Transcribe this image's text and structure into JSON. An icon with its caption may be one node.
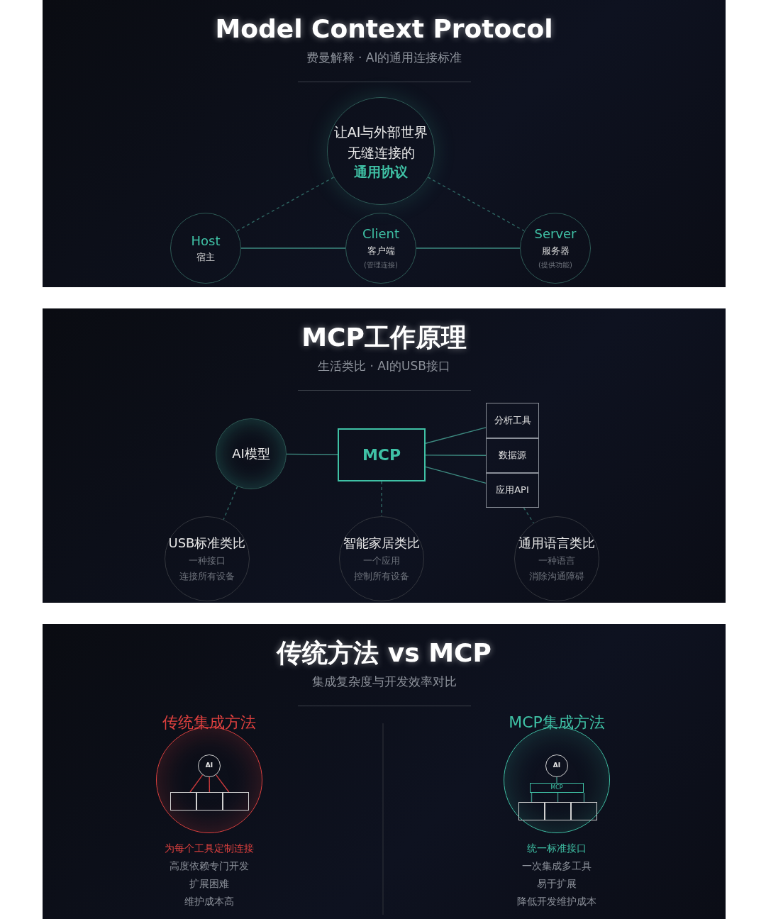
{
  "diagram": {
    "nodes": [
      {
        "text": [
          "Model Context Protocol",
          "费曼解释 · AI的通用连接标准"
        ]
      },
      {
        "text": [
          "让AI与外部世界无缝连接的",
          "通用协议"
        ],
        "in": 0
      },
      {
        "text": [
          "Host",
          "宿主"
        ],
        "in": 0
      },
      {
        "text": [
          "Client",
          "客户端",
          "(管理连接)"
        ],
        "in": 0
      },
      {
        "text": [
          "Server",
          "服务器",
          "(提供功能)"
        ],
        "in": 0
      },
      {
        "text": [
          "MCP工作原理",
          "生活类比 · AI的USB接口"
        ]
      },
      {
        "text": [
          "AI模型"
        ],
        "in": 5
      },
      {
        "text": [
          "MCP"
        ],
        "in": 5
      },
      {
        "text": [
          "分析工具"
        ],
        "in": 5
      },
      {
        "text": [
          "数据源"
        ],
        "in": 5
      },
      {
        "text": [
          "应用API"
        ],
        "in": 5
      },
      {
        "text": [
          "USB标准类比",
          "一种接口",
          "连接所有设备"
        ],
        "in": 5
      },
      {
        "text": [
          "智能家居类比",
          "一个应用",
          "控制所有设备"
        ],
        "in": 5
      },
      {
        "text": [
          "通用语言类比",
          "一种语言",
          "消除沟通障碍"
        ],
        "in": 5
      },
      {
        "text": [
          "传统方法 vs MCP",
          "集成复杂度与开发效率对比"
        ]
      },
      {
        "text": [
          "传统集成方法"
        ],
        "in": 14,
        "beside": [
          "为每个工具定制连接",
          "高度依赖专门开发",
          "扩展困难",
          "维护成本高"
        ]
      },
      {
        "text": [
          "AI"
        ],
        "in": 15
      },
      {
        "text": [],
        "shape": "box",
        "in": 15
      },
      {
        "text": [],
        "shape": "box",
        "in": 15
      },
      {
        "text": [],
        "shape": "box",
        "in": 15
      },
      {
        "text": [
          "MCP集成方法"
        ],
        "in": 14,
        "beside": [
          "统一标准接口",
          "一次集成多工具",
          "易于扩展",
          "降低开发维护成本"
        ]
      },
      {
        "text": [
          "AI"
        ],
        "in": 20
      },
      {
        "text": [
          "MCP"
        ],
        "in": 20
      },
      {
        "text": [],
        "shape": "box",
        "in": 20
      },
      {
        "text": [],
        "shape": "box",
        "in": 20
      },
      {
        "text": [],
        "shape": "box",
        "in": 20
      }
    ],
    "edges": [
      {
        "from": 1,
        "to": 2,
        "arrow": "none",
        "style": "dashed"
      },
      {
        "from": 1,
        "to": 4,
        "arrow": "none",
        "style": "dashed"
      },
      {
        "from": 2,
        "to": 3,
        "arrow": "none"
      },
      {
        "from": 3,
        "to": 4,
        "arrow": "none"
      },
      {
        "from": 6,
        "to": 7,
        "arrow": "none"
      },
      {
        "from": 7,
        "to": 8,
        "arrow": "none"
      },
      {
        "from": 7,
        "to": 9,
        "arrow": "none"
      },
      {
        "from": 7,
        "to": 10,
        "arrow": "none"
      },
      {
        "from": 6,
        "to": 11,
        "arrow": "none",
        "style": "dashed"
      },
      {
        "from": 7,
        "to": 12,
        "arrow": "none",
        "style": "dashed"
      },
      {
        "from": 10,
        "to": 13,
        "arrow": "none",
        "style": "dashed"
      },
      {
        "from": 16,
        "to": 17,
        "arrow": "none",
        "color": "#c8393b"
      },
      {
        "from": 16,
        "to": 18,
        "arrow": "none",
        "color": "#c8393b"
      },
      {
        "from": 16,
        "to": 19,
        "arrow": "none",
        "color": "#c8393b"
      },
      {
        "from": 21,
        "to": 22,
        "arrow": "none"
      },
      {
        "from": 22,
        "to": 23,
        "arrow": "none"
      },
      {
        "from": 22,
        "to": 24,
        "arrow": "none"
      },
      {
        "from": 22,
        "to": 25,
        "arrow": "none"
      }
    ]
  }
}
